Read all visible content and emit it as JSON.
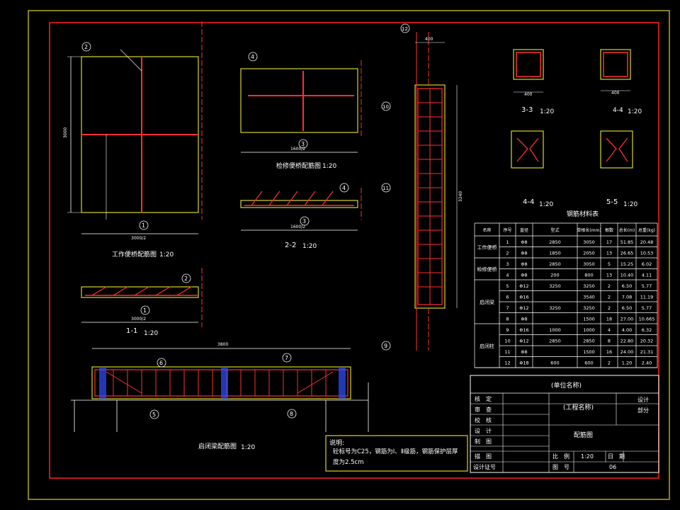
{
  "drawing": {
    "titles": {
      "work_platform": "工作便桥配筋图",
      "work_platform_scale": "1:20",
      "section_1_1": "1-1",
      "section_1_1_scale": "1:20",
      "inspection": "检修便桥配筋图",
      "inspection_scale": "1:20",
      "section_2_2": "2-2",
      "section_2_2_scale": "1:20",
      "gate_beam": "启闭梁配筋图",
      "gate_beam_scale": "1:20",
      "section_3_3": "3-3",
      "section_3_3_scale": "1:20",
      "section_4_4a": "4-4",
      "section_4_4a_scale": "1:20",
      "section_4_4b": "4-4",
      "section_4_4b_scale": "1:20",
      "section_5_5": "5-5",
      "section_5_5_scale": "1:20"
    },
    "callouts": {
      "n1": "1",
      "n2": "2",
      "n3": "3",
      "n4": "4",
      "n5": "5",
      "n6": "6",
      "n7": "7",
      "n8": "8",
      "n9": "9",
      "n10": "10",
      "n11": "11",
      "n12": "12"
    },
    "dims": {
      "d_3000a": "3000/2",
      "d_3000b": "3000/2",
      "d_1600a": "1600/2",
      "d_1600b": "1600/2",
      "d_3000v": "3000",
      "d_3240": "3240",
      "d_400a": "400",
      "d_400b": "400",
      "d_400c": "400",
      "d_3800": "3800"
    },
    "notes_label": "说明:",
    "notes_text1": "砼标号为C25，钢筋为Ⅰ、Ⅱ级筋，钢筋保护层厚",
    "notes_text2": "度为2.5cm"
  },
  "rebar_table": {
    "title": "钢筋材料表",
    "headers": [
      "名称",
      "序号",
      "直径",
      "型式",
      "单根长(mm)",
      "根数",
      "总长(m)",
      "总重(kg)"
    ],
    "groups": [
      {
        "name": "工作便桥",
        "rows": [
          [
            "1",
            "Φ8",
            "2850",
            "3050",
            "17",
            "51.85",
            "20.48"
          ],
          [
            "2",
            "Φ8",
            "1850",
            "2050",
            "13",
            "26.65",
            "10.53"
          ]
        ]
      },
      {
        "name": "检修便桥",
        "rows": [
          [
            "3",
            "Φ8",
            "2850",
            "3050",
            "5",
            "15.25",
            "6.02"
          ],
          [
            "4",
            "Φ8",
            "200",
            "800",
            "13",
            "10.40",
            "4.11"
          ]
        ]
      },
      {
        "name": "启闭梁",
        "rows": [
          [
            "5",
            "Φ12",
            "3250",
            "3250",
            "2",
            "6.50",
            "5.77"
          ],
          [
            "6",
            "Φ16",
            "",
            "3540",
            "2",
            "7.08",
            "11.19"
          ],
          [
            "7",
            "Φ12",
            "3250",
            "3250",
            "2",
            "6.50",
            "5.77"
          ],
          [
            "8",
            "Φ8",
            "",
            "1500",
            "18",
            "27.00",
            "10.665"
          ]
        ]
      },
      {
        "name": "启闭柱",
        "rows": [
          [
            "9",
            "Φ16",
            "1000",
            "1000",
            "4",
            "4.00",
            "6.32"
          ],
          [
            "10",
            "Φ12",
            "2850",
            "2850",
            "8",
            "22.80",
            "20.32"
          ],
          [
            "11",
            "Φ8",
            "",
            "1500",
            "16",
            "24.00",
            "21.31"
          ],
          [
            "12",
            "Φ18",
            "600",
            "600",
            "2",
            "1.20",
            "2.40"
          ]
        ]
      }
    ]
  },
  "title_block": {
    "unit": "(单位名称)",
    "project": "(工程名称)",
    "drawing_name": "配筋图",
    "rows": [
      "核　定",
      "审　查",
      "校　核",
      "设　计",
      "制　图",
      "描　图"
    ],
    "design_cert": "设计证号",
    "design": "设计",
    "part": "部分",
    "scale_label": "比　例",
    "scale_value": "1:20",
    "date_label": "日　期",
    "drawing_no_label": "图　号",
    "drawing_no_value": "06"
  },
  "colors": {
    "background": "#000000",
    "frame": "#ff2020",
    "outline": "#ffff33",
    "rebar": "#ff3030",
    "dim": "#ffffff",
    "text": "#ffffff",
    "column_fill": "#3050ff"
  }
}
